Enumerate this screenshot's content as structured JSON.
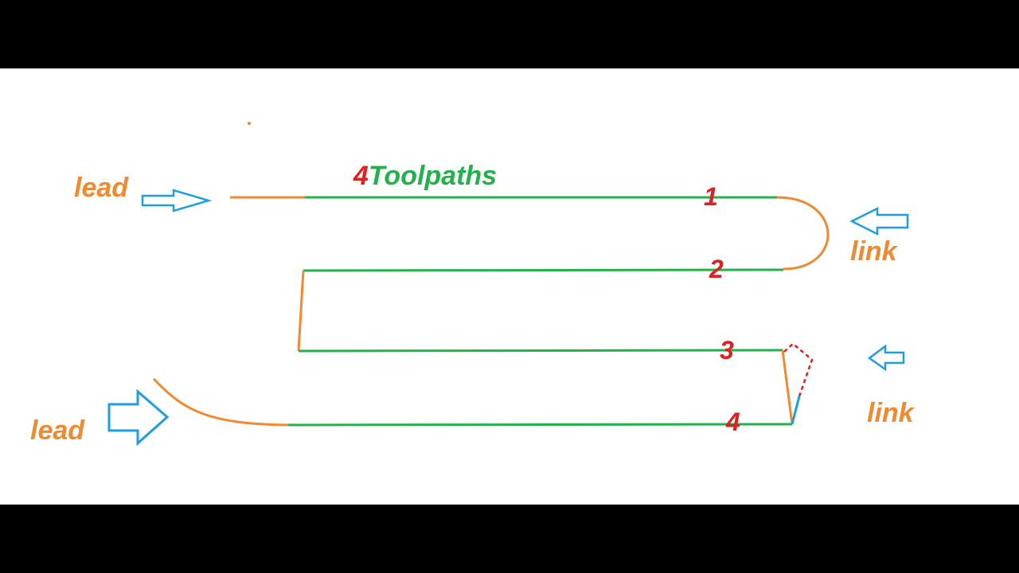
{
  "title": {
    "count": "4",
    "word": "Toolpaths"
  },
  "labels": {
    "lead_top": "lead",
    "lead_bottom": "lead",
    "link_top": "link",
    "link_bottom": "link"
  },
  "pass_numbers": [
    "1",
    "2",
    "3",
    "4"
  ],
  "colors": {
    "pass": "#22b14c",
    "lead_link": "#f08a30",
    "number": "#e02020",
    "arrow": "#1e9ee0",
    "dashed": "#e02020",
    "background": "#ffffff",
    "letterbox": "#000000"
  }
}
